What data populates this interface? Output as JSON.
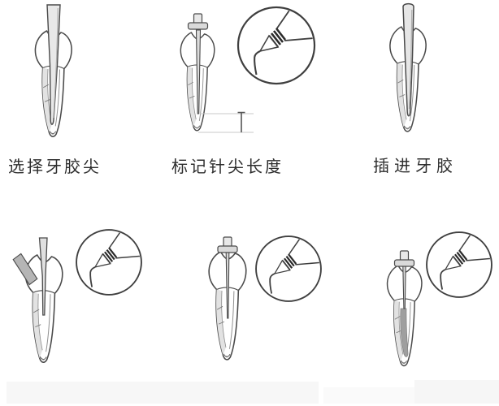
{
  "figure": {
    "background": "#ffffff",
    "line_color": "#4a4a4a",
    "shade_light": "#e2e2e2",
    "shade_mid": "#b5b5b5",
    "shade_dark": "#9f9f9f",
    "label_color": "#2d2d2d"
  },
  "steps": [
    {
      "label": "选择牙胶尖",
      "illustration": "tooth-root-canal-with-gutta-percha-point"
    },
    {
      "label": "标记针尖长度",
      "illustration": "tooth-with-rubber-stop-and-length-mark",
      "inset_icon": "heated-plugger-instrument"
    },
    {
      "label": "插进牙胶",
      "illustration": "tooth-with-gutta-percha-inserted-to-apex"
    },
    {
      "label": "",
      "illustration": "tooth-with-heated-instrument-removing-excess",
      "inset_icon": "heated-plugger-instrument"
    },
    {
      "label": "",
      "illustration": "tooth-with-plugger-and-rubber-stop",
      "inset_icon": "heated-plugger-instrument"
    },
    {
      "label": "",
      "illustration": "tooth-with-condensed-gutta-percha",
      "inset_icon": "heated-plugger-instrument"
    }
  ]
}
